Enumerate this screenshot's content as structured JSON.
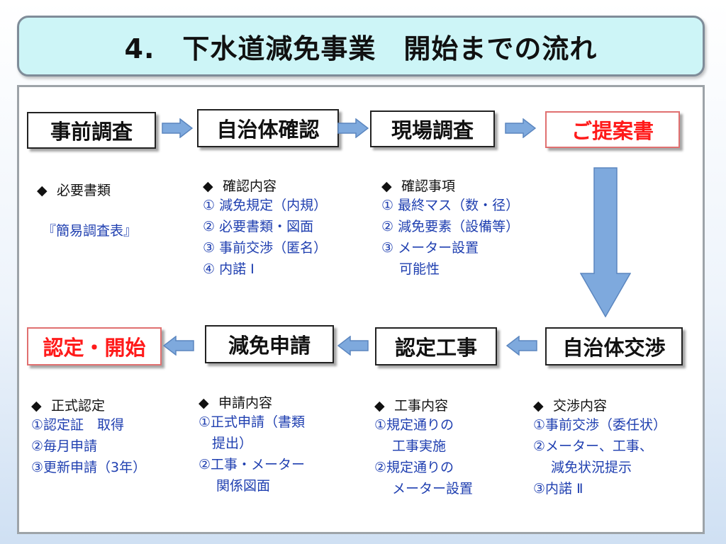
{
  "title": "4.　下水道減免事業　開始までの流れ",
  "colors": {
    "title_bg": "#cdf5f7",
    "arrow_fill": "#7ea9dd",
    "highlight_red": "#ff1a1a",
    "detail_blue": "#1f3fb0"
  },
  "steps": {
    "s1": "事前調査",
    "s2": "自治体確認",
    "s3": "現場調査",
    "s4": "ご提案書",
    "s5": "自治体交渉",
    "s6": "認定工事",
    "s7": "減免申請",
    "s8": "認定・開始"
  },
  "details": {
    "d1": {
      "header": "必要書類",
      "lines": [
        "『簡易調査表』"
      ]
    },
    "d2": {
      "header": "確認内容",
      "lines": [
        "① 減免規定（内規）",
        "② 必要書類・図面",
        "③ 事前交渉（匿名）",
        "④ 内諾 Ⅰ"
      ]
    },
    "d3": {
      "header": "確認事項",
      "lines": [
        "① 最終マス（数・径）",
        "② 減免要素（設備等）",
        "③ メーター設置",
        "　 可能性"
      ]
    },
    "d8": {
      "header": "正式認定",
      "lines": [
        "①認定証　取得",
        "②毎月申請",
        "③更新申請（3年）"
      ]
    },
    "d7": {
      "header": "申請内容",
      "lines": [
        "①正式申請（書類",
        "　提出）",
        "②工事・メーター",
        "　 関係図面"
      ]
    },
    "d6": {
      "header": "工事内容",
      "lines": [
        "①規定通りの",
        "　 工事実施",
        "②規定通りの",
        "　 メーター設置"
      ]
    },
    "d5": {
      "header": "交渉内容",
      "lines": [
        "①事前交渉（委任状）",
        "②メーター、工事、",
        "　 減免状況提示",
        "③内諾 Ⅱ"
      ]
    }
  },
  "icons": {
    "bullet": "diamond-icon",
    "arrow_right": "arrow-right-icon",
    "arrow_left": "arrow-left-icon",
    "arrow_down": "arrow-down-icon"
  }
}
